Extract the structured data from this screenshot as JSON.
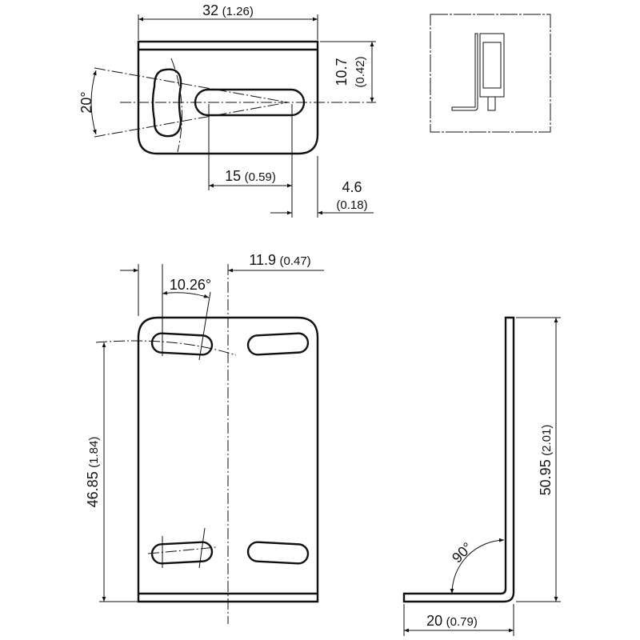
{
  "top_view": {
    "width_dim": {
      "value": "32",
      "inch": "(1.26)"
    },
    "height_dim": {
      "value": "10.7",
      "inch": "(0.42)"
    },
    "angle_dim": "20°",
    "slot_dim": {
      "value": "15",
      "inch": "(0.59)"
    },
    "offset_dim": {
      "value": "4.6",
      "inch": "(0.18)"
    }
  },
  "front_view": {
    "center_dim": {
      "value": "11.9",
      "inch": "(0.47)"
    },
    "angle_dim": "10.26°",
    "hole_spacing_dim": {
      "value": "46.85",
      "inch": "(1.84)"
    }
  },
  "side_view": {
    "height_dim": {
      "value": "50.95",
      "inch": "(2.01)"
    },
    "angle_dim": "90°",
    "base_dim": {
      "value": "20",
      "inch": "(0.79)"
    }
  }
}
